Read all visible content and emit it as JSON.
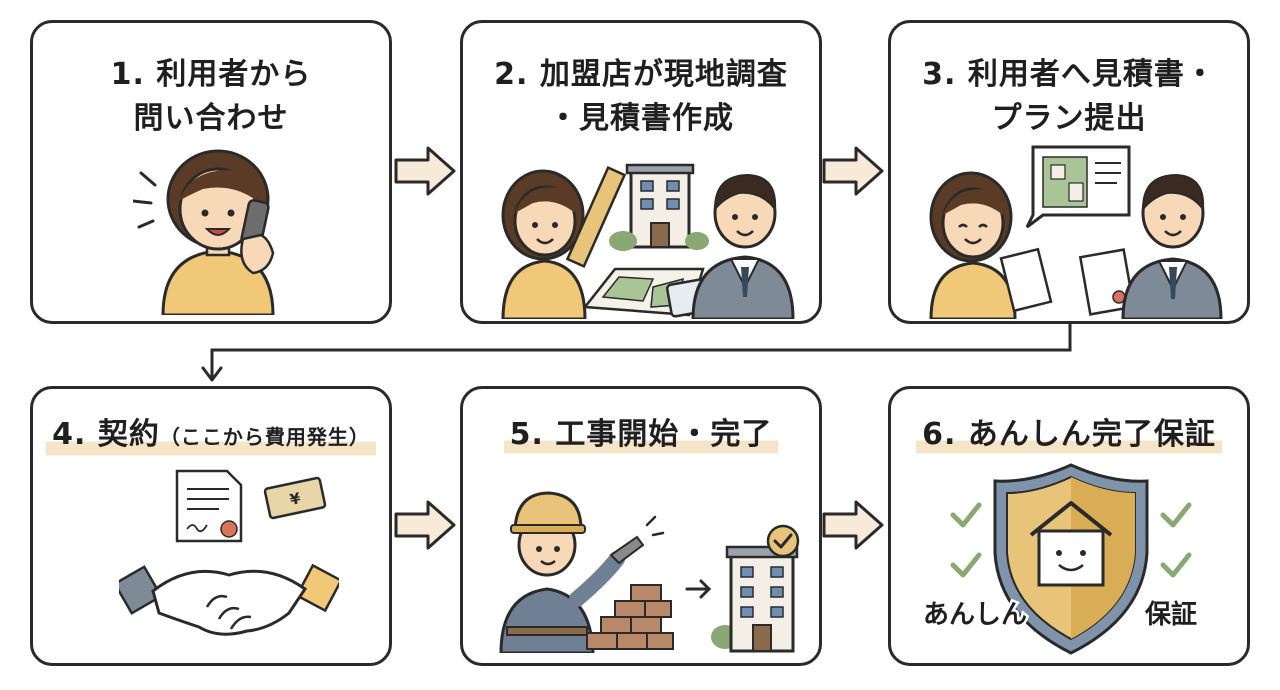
{
  "steps": [
    {
      "line1": "1. 利用者から",
      "line2": "問い合わせ"
    },
    {
      "line1": "2. 加盟店が現地調査",
      "line2": "・見積書作成"
    },
    {
      "line1": "3. 利用者へ見積書・",
      "line2": "プラン提出"
    },
    {
      "line1": "4. 契約",
      "sub": "（ここから費用発生）"
    },
    {
      "line1": "5. 工事開始・完了"
    },
    {
      "line1": "6. あんしん完了保証"
    }
  ],
  "shield_labels": {
    "left": "あんしん",
    "right": "保証"
  },
  "currency_symbol": "¥",
  "colors": {
    "border": "#2a2a2a",
    "arrow_fill": "#f7ead8",
    "highlight": "#f6e4c8",
    "skin": "#f7d9b8",
    "hair": "#5a3b26",
    "sweater": "#f0c877",
    "suit": "#7f8a97",
    "check": "#8aa873",
    "shield_gold": "#e8c37a"
  }
}
